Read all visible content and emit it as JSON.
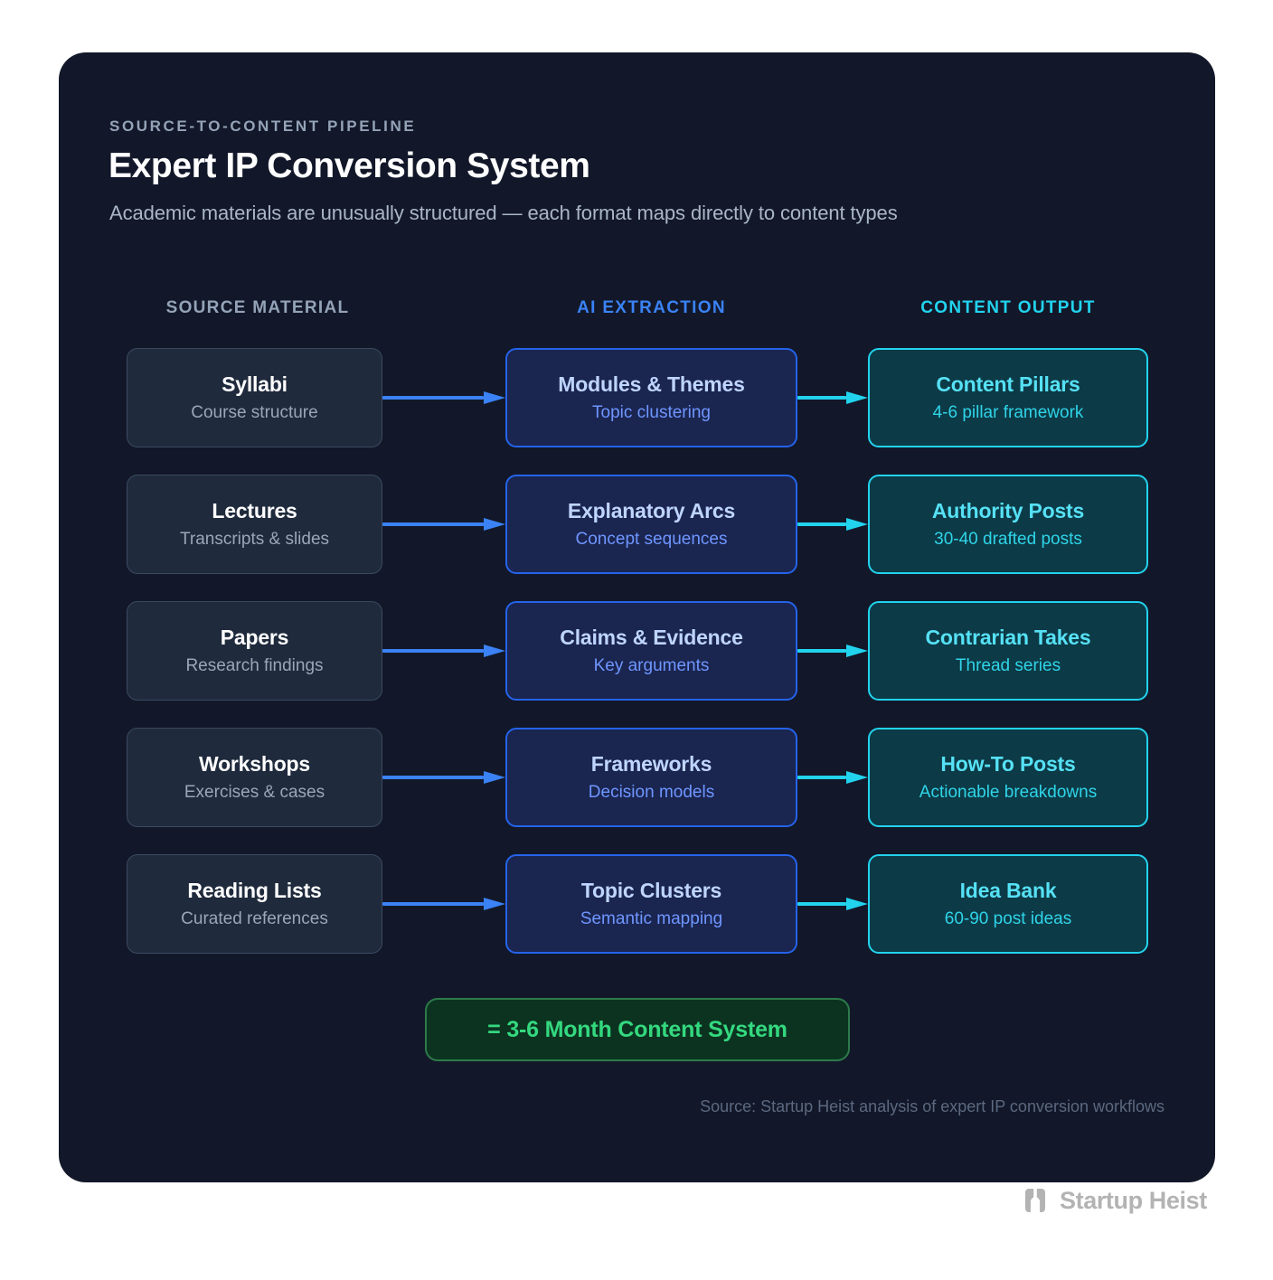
{
  "header": {
    "eyebrow": "SOURCE-TO-CONTENT PIPELINE",
    "title": "Expert IP Conversion System",
    "subtitle": "Academic materials are unusually structured — each format maps directly to content types"
  },
  "columns": {
    "source": "SOURCE MATERIAL",
    "extraction": "AI EXTRACTION",
    "output": "CONTENT OUTPUT"
  },
  "rows": [
    {
      "source": {
        "title": "Syllabi",
        "sub": "Course structure"
      },
      "extract": {
        "title": "Modules & Themes",
        "sub": "Topic clustering"
      },
      "output": {
        "title": "Content Pillars",
        "sub": "4-6 pillar framework"
      }
    },
    {
      "source": {
        "title": "Lectures",
        "sub": "Transcripts & slides"
      },
      "extract": {
        "title": "Explanatory Arcs",
        "sub": "Concept sequences"
      },
      "output": {
        "title": "Authority Posts",
        "sub": "30-40 drafted posts"
      }
    },
    {
      "source": {
        "title": "Papers",
        "sub": "Research findings"
      },
      "extract": {
        "title": "Claims & Evidence",
        "sub": "Key arguments"
      },
      "output": {
        "title": "Contrarian Takes",
        "sub": "Thread series"
      }
    },
    {
      "source": {
        "title": "Workshops",
        "sub": "Exercises & cases"
      },
      "extract": {
        "title": "Frameworks",
        "sub": "Decision models"
      },
      "output": {
        "title": "How-To Posts",
        "sub": "Actionable breakdowns"
      }
    },
    {
      "source": {
        "title": "Reading Lists",
        "sub": "Curated references"
      },
      "extract": {
        "title": "Topic Clusters",
        "sub": "Semantic mapping"
      },
      "output": {
        "title": "Idea Bank",
        "sub": "60-90 post ideas"
      }
    }
  ],
  "summary": {
    "label": "= 3-6 Month Content System"
  },
  "source_note": "Source: Startup Heist analysis of expert IP conversion workflows",
  "brand": {
    "name": "Startup Heist",
    "mark": "h-logo-icon"
  },
  "colors": {
    "page_background": "#ffffff",
    "card_background": "#121829",
    "source_accent": "#94a3b8",
    "extraction_accent": "#3b82f6",
    "output_accent": "#22d3ee",
    "summary_accent": "#34d87f",
    "title_text": "#ffffff",
    "subtitle_text": "#aab6c7"
  }
}
